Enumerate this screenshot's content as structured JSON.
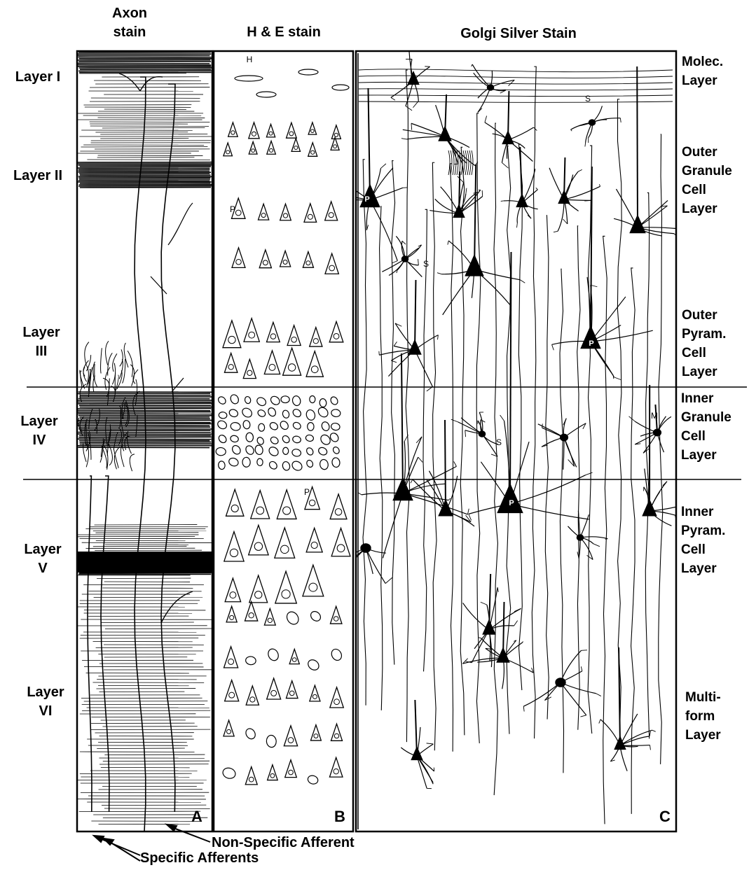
{
  "columns": {
    "axon": {
      "title_line1": "Axon",
      "title_line2": "stain",
      "letter": "A"
    },
    "he": {
      "title": "H & E stain",
      "letter": "B",
      "cell_labels": [
        "H",
        "P",
        "P"
      ]
    },
    "golgi": {
      "title": "Golgi Silver Stain",
      "letter": "C",
      "cell_labels": [
        "P",
        "S",
        "S",
        "P",
        "S",
        "M",
        "P"
      ]
    }
  },
  "layers_left": [
    {
      "line1": "Layer I",
      "line2": ""
    },
    {
      "line1": "Layer II",
      "line2": ""
    },
    {
      "line1": "Layer",
      "line2": "III"
    },
    {
      "line1": "Layer",
      "line2": "IV"
    },
    {
      "line1": "Layer",
      "line2": "V"
    },
    {
      "line1": "Layer",
      "line2": "VI"
    }
  ],
  "layers_right": [
    {
      "lines": [
        "Molec.",
        "Layer"
      ]
    },
    {
      "lines": [
        "Outer",
        "Granule",
        "Cell",
        "Layer"
      ]
    },
    {
      "lines": [
        "Outer",
        "Pyram.",
        "Cell",
        "Layer"
      ]
    },
    {
      "lines": [
        "Inner",
        "Granule",
        "Cell",
        "Layer"
      ]
    },
    {
      "lines": [
        "Inner",
        "Pyram.",
        "Cell",
        "Layer"
      ]
    },
    {
      "lines": [
        "Multi-",
        "form",
        "Layer"
      ]
    }
  ],
  "afferents": {
    "non_specific": "Non-Specific Afferent",
    "specific": "Specific Afferents"
  }
}
